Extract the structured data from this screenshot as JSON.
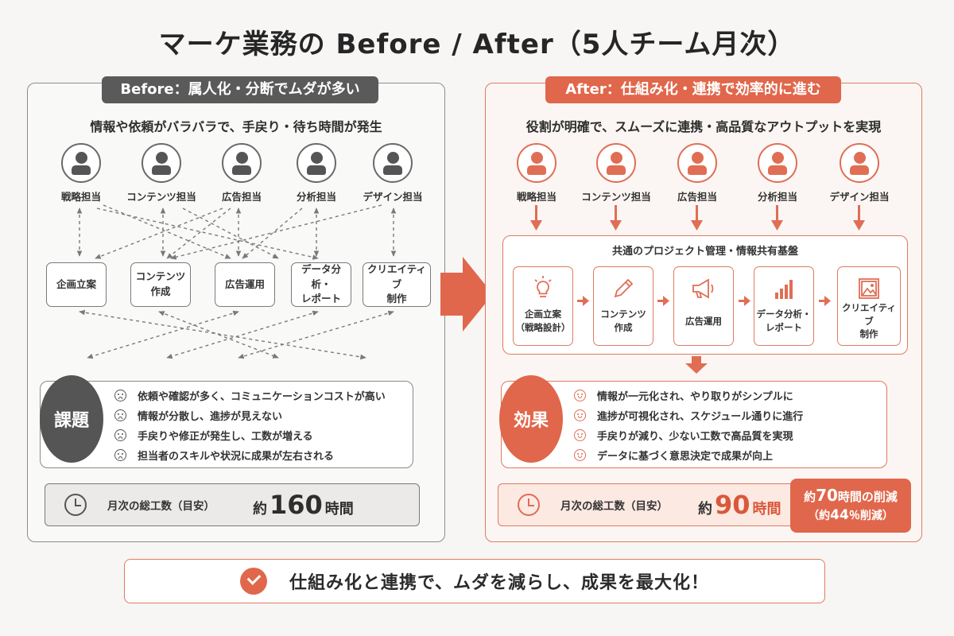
{
  "title": "マーケ業務の Before / After（5人チーム月次）",
  "before": {
    "banner": "Before：属人化・分断でムダが多い",
    "subtitle": "情報や依頼がバラバラで、手戻り・待ち時間が発生",
    "roles": [
      "戦略担当",
      "コンテンツ担当",
      "広告担当",
      "分析担当",
      "デザイン担当"
    ],
    "tasks": [
      {
        "line1": "企画立案",
        "line2": ""
      },
      {
        "line1": "コンテンツ",
        "line2": "作成"
      },
      {
        "line1": "広告運用",
        "line2": ""
      },
      {
        "line1": "データ分析・",
        "line2": "レポート"
      },
      {
        "line1": "クリエイティブ",
        "line2": "制作"
      }
    ],
    "issues_label": "課題",
    "issues": [
      "依頼や確認が多く、コミュニケーションコストが高い",
      "情報が分散し、進捗が見えない",
      "手戻りや修正が発生し、工数が増える",
      "担当者のスキルや状況に成果が左右される"
    ],
    "hours_label": "月次の総工数（目安）",
    "hours_prefix": "約",
    "hours_value": "160",
    "hours_suffix": "時間"
  },
  "after": {
    "banner": "After：仕組み化・連携で効率的に進む",
    "subtitle": "役割が明確で、スムーズに連携・高品質なアウトプットを実現",
    "roles": [
      "戦略担当",
      "コンテンツ担当",
      "広告担当",
      "分析担当",
      "デザイン担当"
    ],
    "platform_title": "共通のプロジェクト管理・情報共有基盤",
    "tasks": [
      {
        "line1": "企画立案",
        "line2": "（戦略設計）",
        "icon": "lightbulb-icon"
      },
      {
        "line1": "コンテンツ",
        "line2": "作成",
        "icon": "pencil-icon"
      },
      {
        "line1": "広告運用",
        "line2": "",
        "icon": "megaphone-icon"
      },
      {
        "line1": "データ分析・",
        "line2": "レポート",
        "icon": "bar-chart-icon"
      },
      {
        "line1": "クリエイティブ",
        "line2": "制作",
        "icon": "image-icon"
      }
    ],
    "effects_label": "効果",
    "effects": [
      "情報が一元化され、やり取りがシンプルに",
      "進捗が可視化され、スケジュール通りに進行",
      "手戻りが減り、少ない工数で高品質を実現",
      "データに基づく意思決定で成果が向上"
    ],
    "hours_label": "月次の総工数（目安）",
    "hours_prefix": "約",
    "hours_value": "90",
    "hours_suffix": "時間",
    "reduction": {
      "l1_prefix": "約",
      "l1_value": "70",
      "l1_suffix": "時間の削減",
      "l2_prefix": "（約",
      "l2_value": "44",
      "l2_suffix": "％削減）"
    }
  },
  "footer": "仕組み化と連携で、ムダを減らし、成果を最大化！",
  "colors": {
    "accent": "#e0674b",
    "gray_dark": "#555555",
    "panel_border_before": "#8d8d8d",
    "panel_border_after": "#e07a60"
  }
}
